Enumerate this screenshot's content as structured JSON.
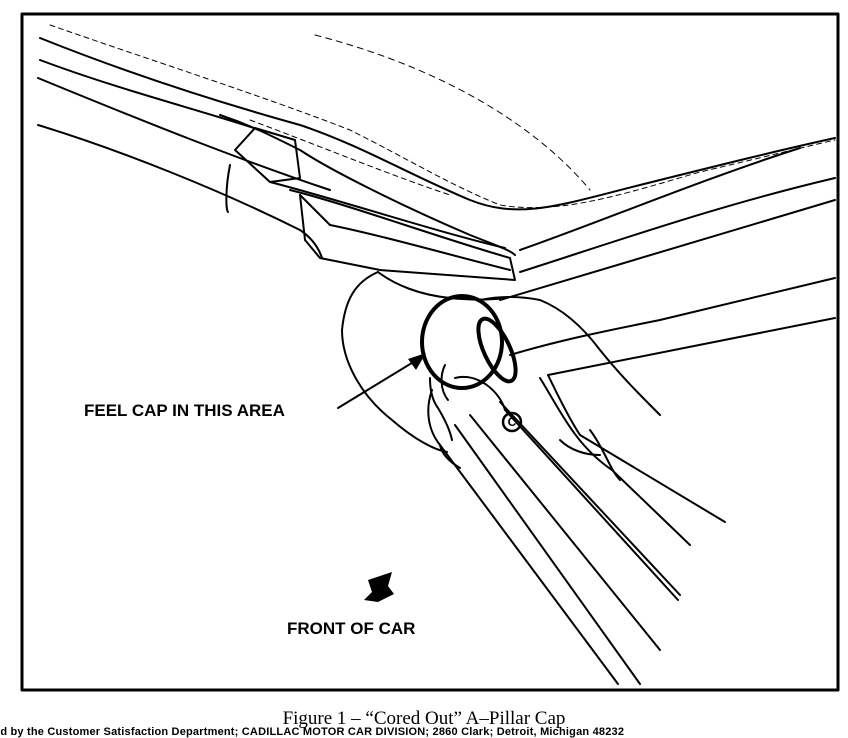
{
  "labels": {
    "feel_cap": "FEEL CAP IN THIS AREA",
    "front_of_car": "FRONT OF CAR",
    "callout_letter": "C"
  },
  "caption": "Figure 1 – “Cored Out” A–Pillar Cap",
  "footer": "ed by the Customer Satisfaction Department; CADILLAC MOTOR CAR DIVISION; 2860 Clark; Detroit, Michigan 48232"
}
